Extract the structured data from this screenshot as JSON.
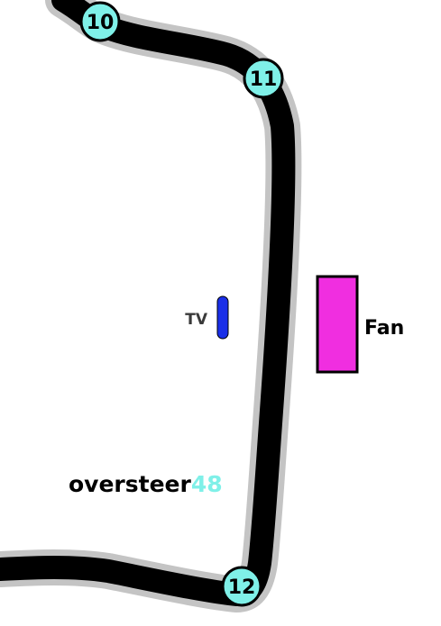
{
  "track": {
    "surface_color": "#000000",
    "runoff_color": "#c4c4c4"
  },
  "corners": [
    {
      "id": "corner-10",
      "label": "10"
    },
    {
      "id": "corner-11",
      "label": "11"
    },
    {
      "id": "corner-12",
      "label": "12"
    }
  ],
  "corner_style": {
    "fill": "#7ff0e8",
    "stroke": "#000000"
  },
  "zones": {
    "tv": {
      "label": "TV",
      "color": "#1a2fe8"
    },
    "fan": {
      "label": "Fan",
      "color": "#f02ee0"
    }
  },
  "brand": {
    "name": "oversteer",
    "number": "48",
    "name_color": "#000000",
    "number_color": "#7ff0e8"
  }
}
